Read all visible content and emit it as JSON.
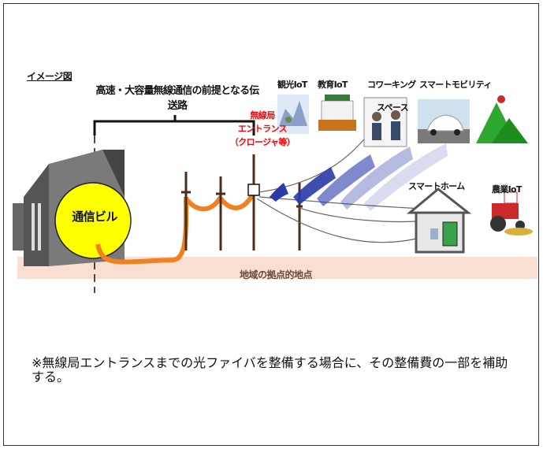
{
  "caption": "イメージ図",
  "route_label": "高速・大容量無線通信の前提となる伝送路",
  "entrance_label": {
    "line1": "無線局",
    "line2": "エントランス",
    "line3": "（クロージャ等）"
  },
  "building_label": "通信ビル",
  "services": {
    "tourism": "観光IoT",
    "education": "教育IoT",
    "coworking": "コワーキング",
    "coworking_2": "スペース",
    "mobility": "スマートモビリティ",
    "smart_home": "スマートホーム",
    "agriculture": "農業IoT"
  },
  "band_label": "地域の拠点的地点",
  "note": "※無線局エントランスまでの光ファイバを整備する場合に、その整備費の一部を補助する。",
  "colors": {
    "fiber": "#f08020",
    "band": "#f9dfd2",
    "wave": "#2a3aa8",
    "building_circle": "#ffff00",
    "highlight": "#ff0000"
  }
}
